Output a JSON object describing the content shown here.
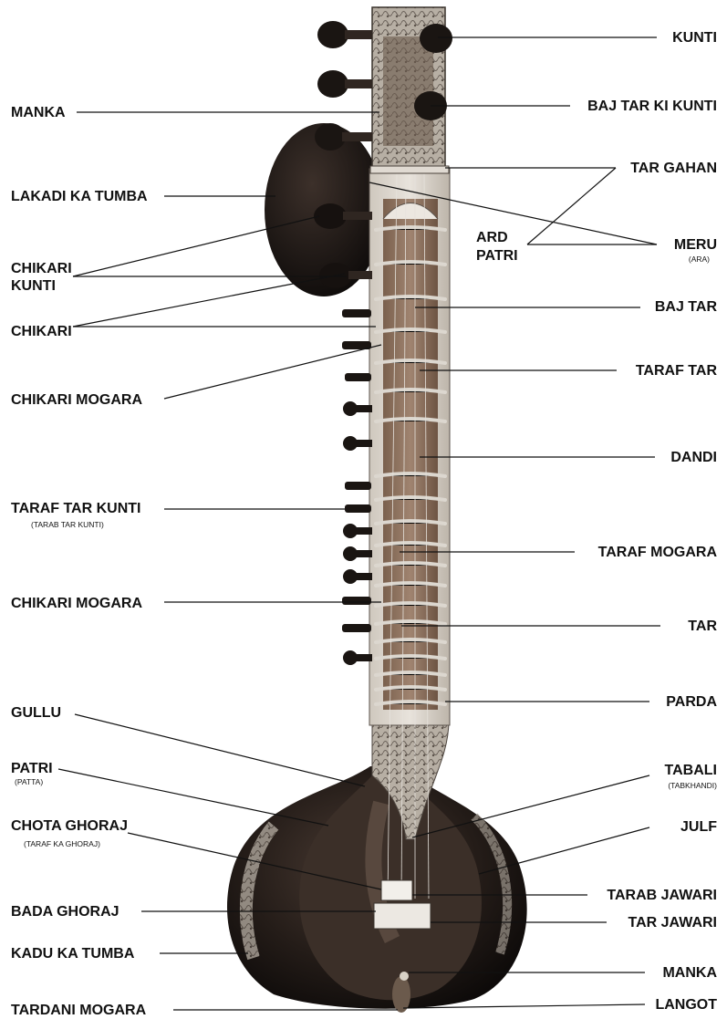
{
  "labels_left": {
    "manka_top": "MANKA",
    "lakadi_ka_tumba": "LAKADI KA TUMBA",
    "chikari_kunti_1": "CHIKARI",
    "chikari_kunti_2": "KUNTI",
    "chikari": "CHIKARI",
    "chikari_mogara_1": "CHIKARI MOGARA",
    "taraf_tar_kunti": "TARAF TAR KUNTI",
    "taraf_tar_kunti_sub": "(TARAB TAR KUNTI)",
    "chikari_mogara_2": "CHIKARI MOGARA",
    "gullu": "GULLU",
    "patri": "PATRI",
    "patri_sub": "(PATTA)",
    "chota_ghoraj": "CHOTA GHORAJ",
    "chota_ghoraj_sub": "(TARAF KA GHORAJ)",
    "bada_ghoraj": "BADA GHORAJ",
    "kadu_ka_tumba": "KADU KA TUMBA",
    "tardani_mogara": "TARDANI MOGARA"
  },
  "labels_right": {
    "kunti": "KUNTI",
    "baj_tar_ki_kunti": "BAJ TAR KI KUNTI",
    "tar_gahan": "TAR GAHAN",
    "ard_patri_1": "ARD",
    "ard_patri_2": "PATRI",
    "meru": "MERU",
    "meru_sub": "(ARA)",
    "baj_tar": "BAJ TAR",
    "taraf_tar": "TARAF TAR",
    "dandi": "DANDI",
    "taraf_mogara": "TARAF MOGARA",
    "tar": "TAR",
    "parda": "PARDA",
    "tabali": "TABALI",
    "tabali_sub": "(TABKHANDI)",
    "julf": "JULF",
    "tarab_jawari": "TARAB JAWARI",
    "tar_jawari": "TAR JAWARI",
    "manka_bottom": "MANKA",
    "langot": "LANGOT"
  },
  "colors": {
    "background": "#ffffff",
    "text": "#111111",
    "leader_line": "#111111",
    "wood_dark": "#1c1714",
    "wood_mid": "#3a2e27",
    "fretboard": "#8b6f5a",
    "carving_light": "#c9c2b8",
    "fret_metal": "#d9d4cc"
  }
}
